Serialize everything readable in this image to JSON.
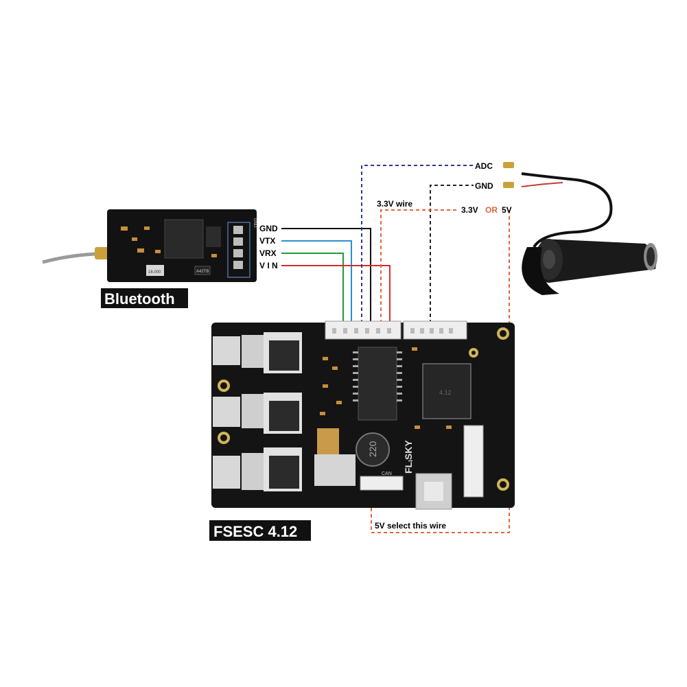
{
  "titles": {
    "bluetooth": "Bluetooth",
    "esc": "FSESC 4.12"
  },
  "pins": {
    "gnd": "GND",
    "vtx": "VTX",
    "vrx": "VRX",
    "vin": "V I N"
  },
  "throttle": {
    "adc": "ADC",
    "gnd": "GND",
    "v33": "3.3V",
    "or": "OR",
    "v5": "5V"
  },
  "notes": {
    "wire33": "3.3V wire",
    "select5v": "5V select this wire"
  },
  "board": {
    "brand": "FL⨾SKY",
    "inductor": "220",
    "silk_can": "CAN",
    "chip_label": "4.12"
  },
  "module": {
    "side_label": "GND",
    "crystal": "16.000",
    "chip2": "A42TB"
  },
  "colors": {
    "gnd_wire": "#111111",
    "vtx_wire": "#2a8fd0",
    "vrx_wire": "#1f9a3a",
    "vin_wire": "#d62a2a",
    "adc_wire": "#2b3a8c",
    "dashed_orange": "#e0663a",
    "dashed_gnd": "#222222"
  },
  "icons": [
    "antenna-icon",
    "throttle-grip-icon"
  ]
}
